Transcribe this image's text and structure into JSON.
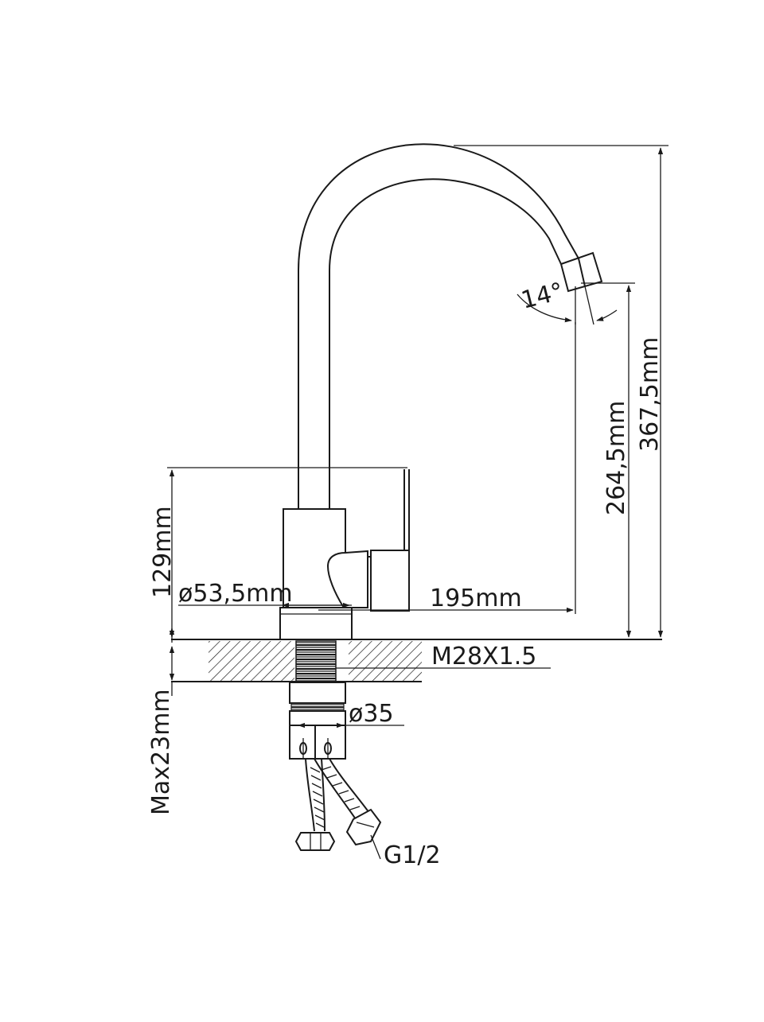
{
  "dimensions": {
    "total_height": "367,5mm",
    "spout_height": "264,5mm",
    "body_height": "129mm",
    "spout_reach": "195mm",
    "base_diameter": "ø53,5mm",
    "spout_angle": "14°",
    "thread": "M28X1.5",
    "nut_diameter": "ø35",
    "max_countertop": "Max23mm",
    "hose_connection": "G1/2"
  },
  "colors": {
    "line": "#1a1a1a",
    "background": "#ffffff"
  }
}
